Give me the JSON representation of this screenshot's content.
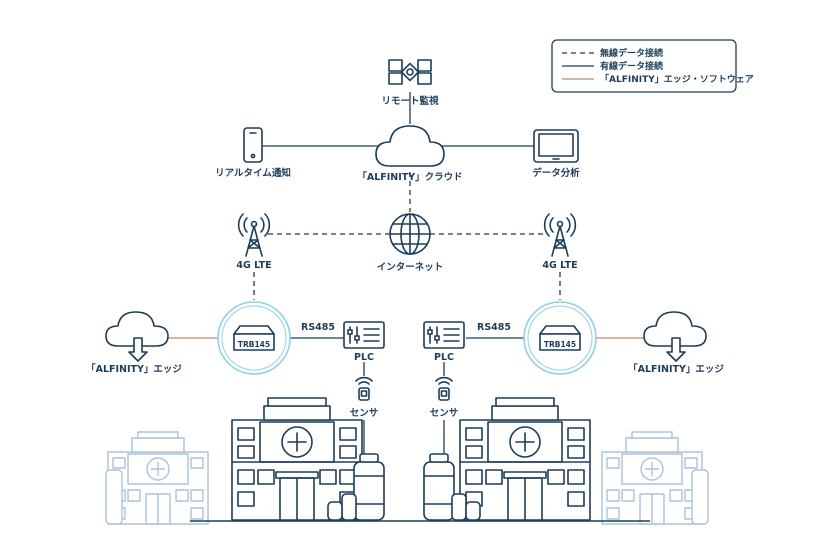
{
  "legend": {
    "wireless": "無線データ接続",
    "wired": "有線データ接続",
    "edge_software": "「ALFINITY」エッジ・ソフトウェア"
  },
  "nodes": {
    "remote_monitoring": "リモート監視",
    "realtime_notification": "リアルタイム通知",
    "cloud": "「ALFINITY」クラウド",
    "data_analysis": "データ分析",
    "internet": "インターネット",
    "lte_left": "4G LTE",
    "lte_right": "4G LTE",
    "rs485_left": "RS485",
    "rs485_right": "RS485",
    "router_left": "TRB145",
    "router_right": "TRB145",
    "plc_left": "PLC",
    "plc_right": "PLC",
    "sensor_left": "センサ",
    "sensor_right": "センサ",
    "edge_left": "「ALFINITY」エッジ",
    "edge_right": "「ALFINITY」エッジ"
  },
  "colors": {
    "primary": "#1c3d5a",
    "edge_line": "#c08a6e",
    "router_ring": "#8fd3dd",
    "faint": "#a9c4dc"
  }
}
